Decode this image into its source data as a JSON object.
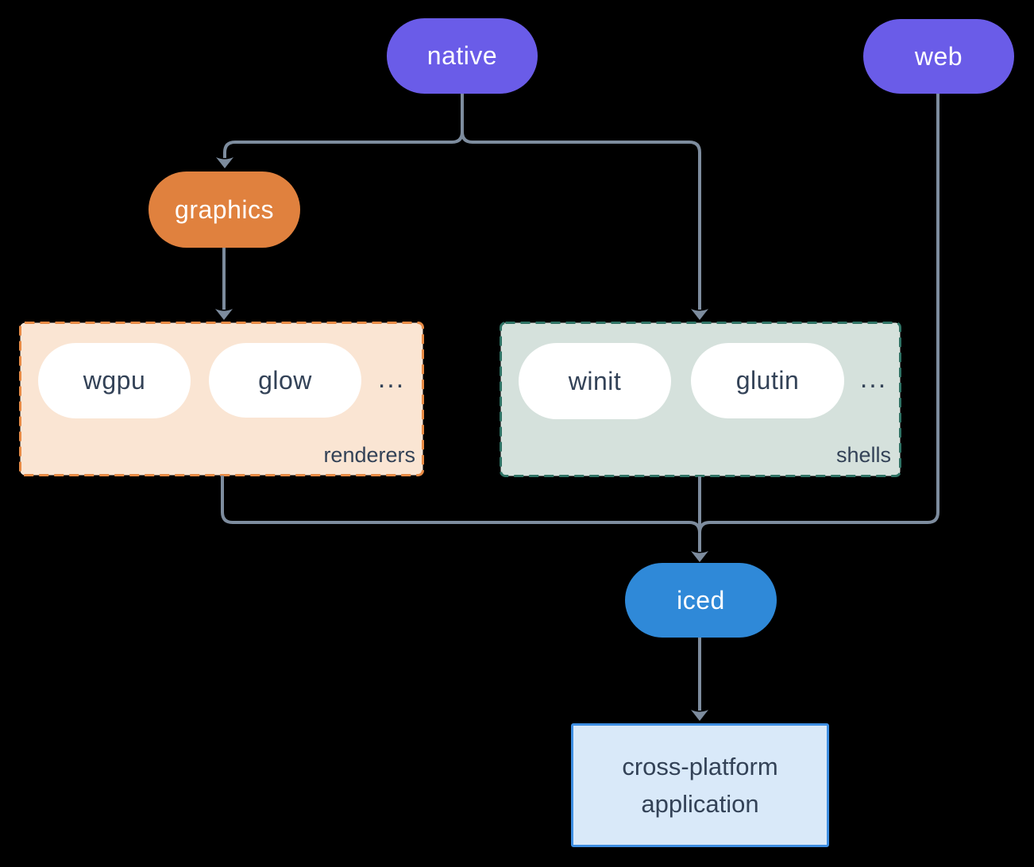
{
  "nodes": {
    "native": "native",
    "web": "web",
    "graphics": "graphics",
    "iced": "iced",
    "wgpu": "wgpu",
    "glow": "glow",
    "winit": "winit",
    "glutin": "glutin",
    "app_line1": "cross-platform",
    "app_line2": "application"
  },
  "groups": {
    "renderers": {
      "label": "renderers",
      "more": "..."
    },
    "shells": {
      "label": "shells",
      "more": "..."
    }
  },
  "edges": [
    {
      "from": "native",
      "to": "graphics"
    },
    {
      "from": "native",
      "to": "shells"
    },
    {
      "from": "graphics",
      "to": "renderers"
    },
    {
      "from": "renderers",
      "to": "iced"
    },
    {
      "from": "shells",
      "to": "iced"
    },
    {
      "from": "web",
      "to": "iced"
    },
    {
      "from": "iced",
      "to": "cross-platform application"
    }
  ],
  "colors": {
    "background": "#000000",
    "purple": "#6a5ce8",
    "orange": "#e0813e",
    "blue": "#2f89d8",
    "line": "#7d8c9e",
    "text-light": "#ffffff",
    "text-dark": "#334257",
    "pill-white": "#ffffff",
    "renderers-bg": "#fae5d3",
    "renderers-border": "#e78a44",
    "shells-bg": "#d5e1dc",
    "shells-border": "#2f7365",
    "app-bg": "#d9e9f9",
    "app-border": "#3e8ee2"
  }
}
